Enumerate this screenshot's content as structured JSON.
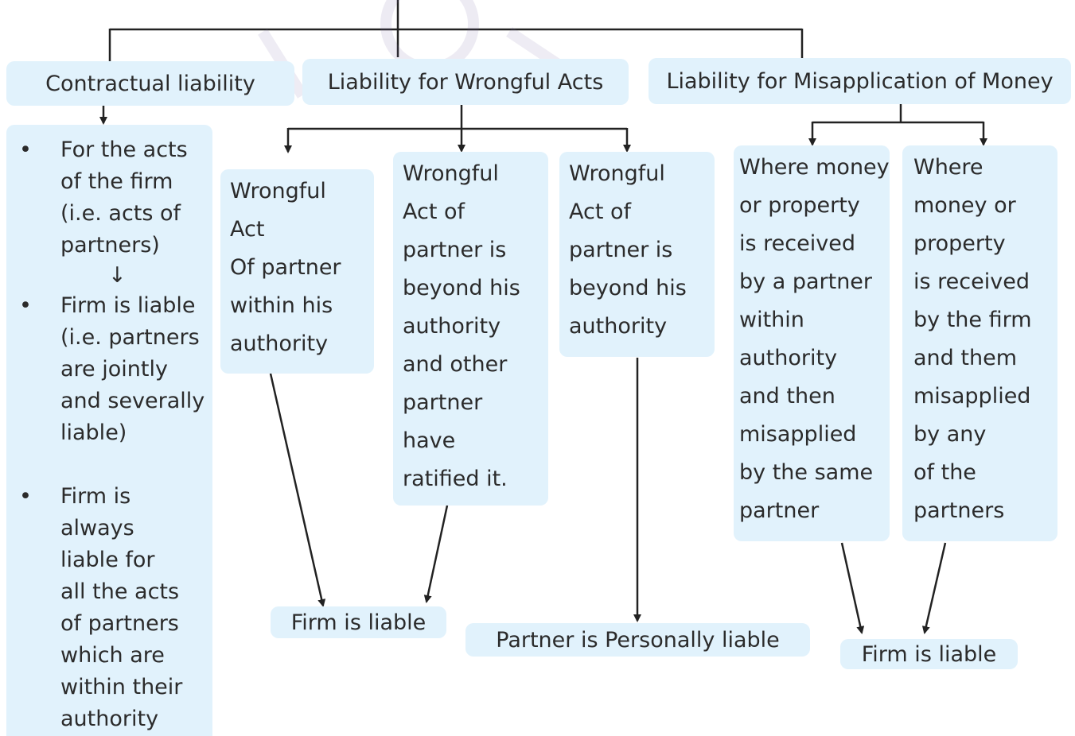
{
  "heads": {
    "contractual": "Contractual liability",
    "wrongful": "Liability  for  Wrongful  Acts",
    "misapplication": "Liability for Misapplication of Money"
  },
  "contractual_box": {
    "bullet1": [
      "For the acts",
      "of the firm",
      "(i.e. acts of",
      "partners)"
    ],
    "down_arrow": "↓",
    "bullet2": [
      "Firm is liable",
      "(i.e. partners",
      "are jointly",
      "and severally",
      "liable)"
    ],
    "bullet3": [
      "Firm is",
      "always",
      "liable for",
      "all the acts",
      "of partners",
      "which are",
      "within their",
      "authority"
    ]
  },
  "wrongful_boxes": {
    "within": [
      "Wrongful",
      "Act",
      "Of partner",
      "within his",
      "authority"
    ],
    "ratified": [
      "Wrongful",
      "Act of",
      "partner is",
      "beyond his",
      "authority",
      "and other",
      "partner",
      "have",
      "ratified it."
    ],
    "beyond": [
      "Wrongful",
      "Act of",
      "partner is",
      "beyond his",
      "authority"
    ]
  },
  "misapplication_boxes": {
    "same_partner": [
      "Where money",
      "or property",
      "is received",
      "by a partner",
      "within",
      "authority",
      "and then",
      "misapplied",
      "by the same",
      "partner"
    ],
    "by_firm": [
      "Where",
      "money or",
      "property",
      "is received",
      "by the firm",
      "and them",
      "misapplied",
      "by any",
      "of the",
      "partners"
    ]
  },
  "results": {
    "firm_liable_1": "Firm is liable",
    "partner_personally": "Partner   is   Personally   liable",
    "firm_liable_2": "Firm is liable"
  }
}
